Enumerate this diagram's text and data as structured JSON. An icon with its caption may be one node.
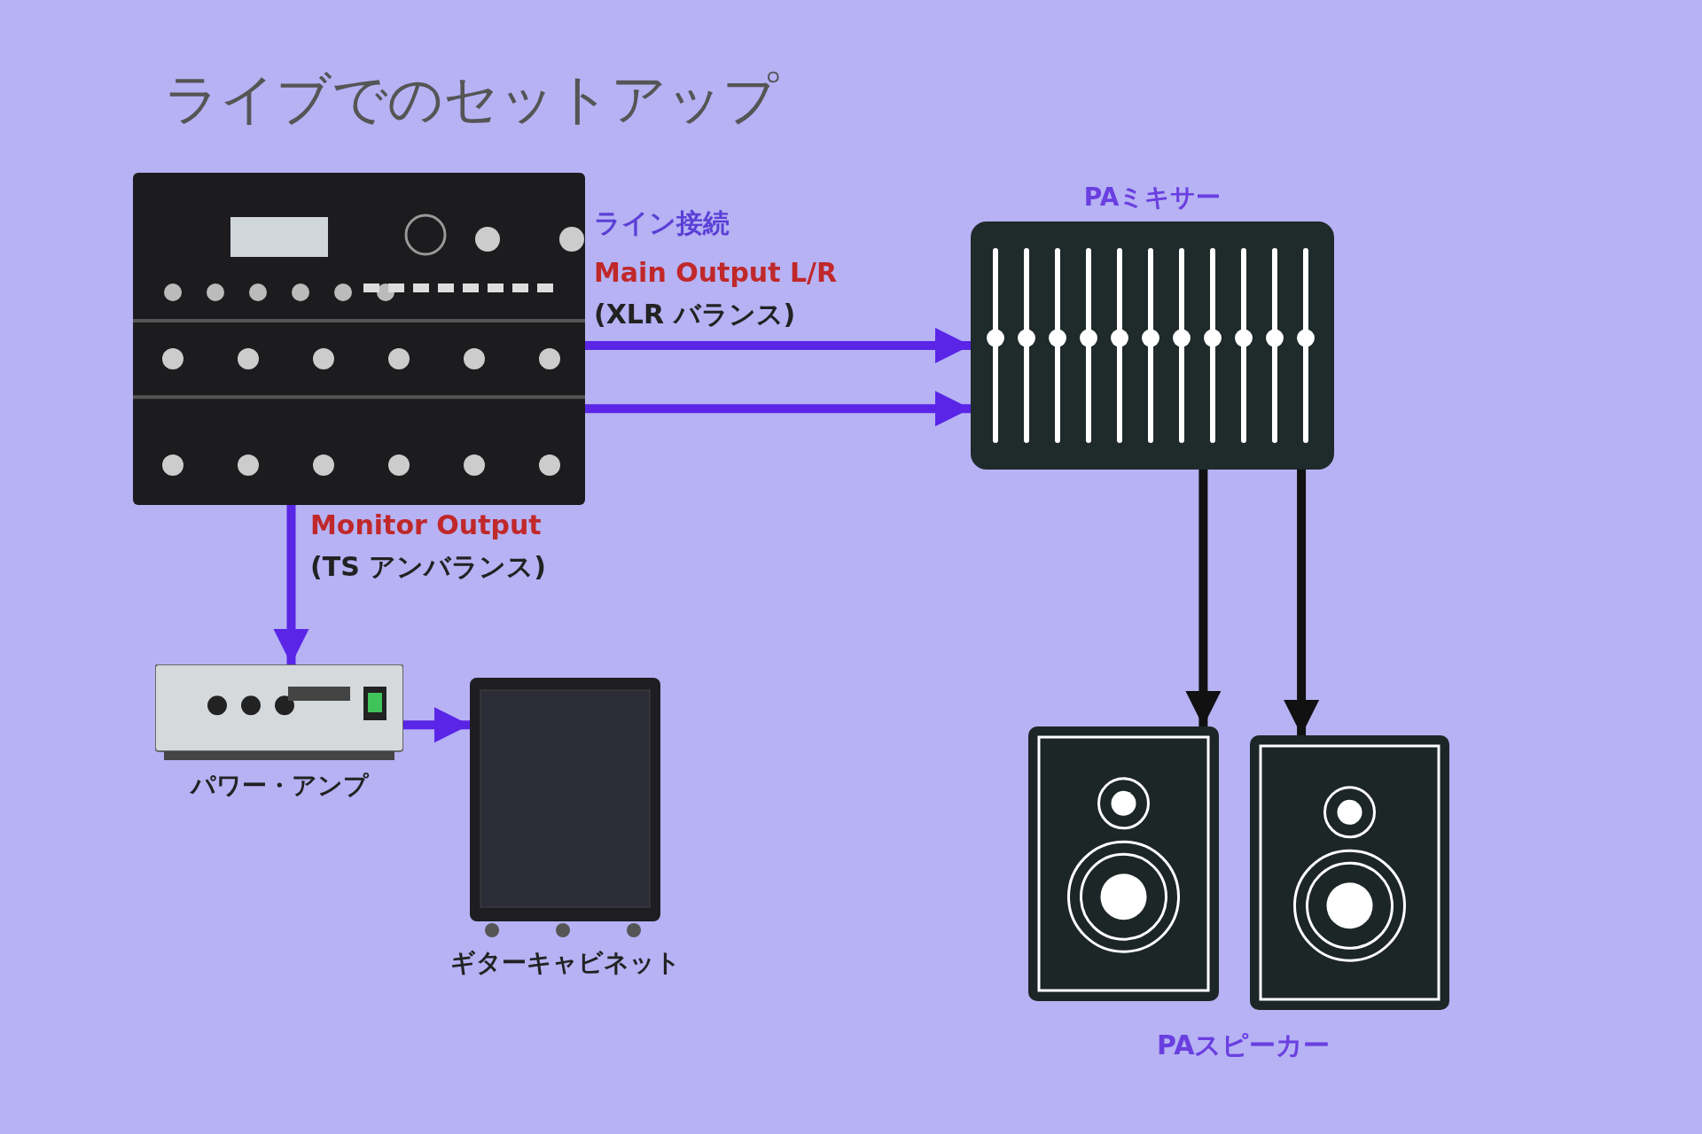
{
  "diagram": {
    "title": "ライブでのセットアップ",
    "nodes": [
      {
        "text": [],
        "shape": "picture"
      },
      {
        "text": [
          "PAミキサー"
        ]
      },
      {
        "text": [
          "パワー・アンプ"
        ]
      },
      {
        "text": [
          "ギターキャビネット"
        ]
      },
      {
        "text": [],
        "shape": "picture"
      },
      {
        "text": [],
        "shape": "picture"
      }
    ],
    "edges": [
      {
        "from": 0,
        "to": 1,
        "arrow": "to"
      },
      {
        "from": 0,
        "to": 1,
        "arrow": "to"
      },
      {
        "from": 0,
        "to": 2,
        "arrow": "to"
      },
      {
        "from": 2,
        "to": 3,
        "arrow": "to"
      },
      {
        "from": 1,
        "to": 4,
        "arrow": "to",
        "color": "#111111"
      },
      {
        "from": 1,
        "to": 5,
        "arrow": "to",
        "color": "#111111"
      }
    ],
    "labels": [
      "ライン接続",
      "Main Output L/R",
      "(XLR バランス)",
      "Monitor Output",
      "(TS アンバランス)",
      "PAスピーカー"
    ]
  }
}
